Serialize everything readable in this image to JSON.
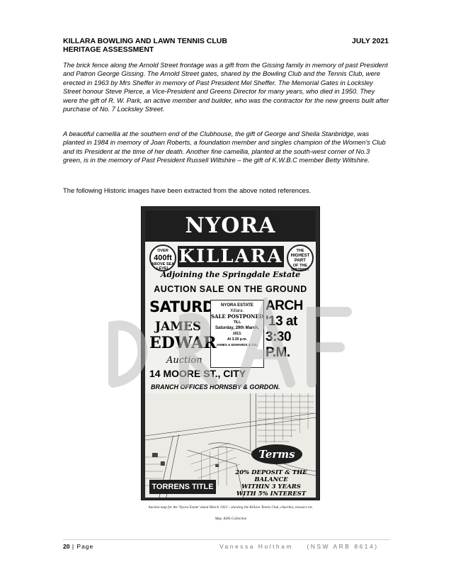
{
  "header": {
    "title_line1": "KILLARA BOWLING AND LAWN TENNIS CLUB",
    "title_line2": "HERITAGE ASSESSMENT",
    "date": "JULY 2021"
  },
  "paragraphs": {
    "p1": "The brick fence along the Arnold Street frontage was a gift from the Gissing family in memory of past President and Patron George Gissing. The Arnold Street gates, shared by the Bowling Club and the Tennis Club, were erected in 1963 by Mrs Sheffer in memory of Past President Mel Sheffer. The Memorial Gates in Locksley Street honour Steve Pierce, a Vice-President and Greens Director for many years, who died in 1950. They were the gift of R. W. Park, an active member and builder, who was the contractor for the new greens built after purchase of No. 7 Locksley Street.",
    "p2": "A beautiful camellia at the southern end of the Clubhouse, the gift of George and Sheila Stanbridge, was planted in 1984 in memory of Joan Roberts, a foundation member and singles champion of the Women's Club and its President at the time of her death. Another fine camellia, planted at the south-west corner of No.3 green, is in the memory of Past President Russell Wiltshire – the gift of K.W.B.C member Betty Wiltshire.",
    "p3": "The following Historic images have been extracted from the above noted references."
  },
  "poster": {
    "title": "NYORA ESTATE",
    "killara": "KILLARA",
    "circle_left_top": "OVER",
    "circle_left_big": "400ft",
    "circle_left_bottom": "ABOVE SEA LEVEL",
    "circle_right_top": "THE",
    "circle_right_big": "HIGHEST PART",
    "circle_right_bottom": "OF THE DISTRICT",
    "adjoining": "Adjoining the Springdale Estate",
    "auction": "AUCTION SALE ON THE GROUND",
    "saturday": "SATURD/",
    "march": "ARCH '13 at 3:30 P.M.",
    "notice_estate": "NYORA ESTATE",
    "notice_place": "Killara.",
    "notice_postponed": "SALE POSTPONED",
    "notice_till": "TILL",
    "notice_date": "Saturday, 29th March,",
    "notice_year": "1913.",
    "notice_time": "At 3.30 p.m.",
    "notice_agent": "JAMES & EDWARDS & CO.,",
    "james": "JAMES",
    "edwar": "EDWAR",
    "auctioneers": "Auction",
    "moore": "14 MOORE ST., CITY",
    "branch": "BRANCH OFFICES HORNSBY & GORDON.",
    "terms": "Terms",
    "deposit_line1": "20% DEPOSIT & THE BALANCE",
    "deposit_line2": "WITHIN 3 YEARS",
    "deposit_line3": "WITH 5% INTEREST",
    "torrens": "TORRENS TITLE"
  },
  "caption": {
    "line1": "Auction map for the 'Nyora Estate' dated March 1923 – showing the Killara Tennis Club, churches, mosaics etc.",
    "line2": "Map. KHS Collection"
  },
  "footer": {
    "page_number": "20",
    "page_label": "Page",
    "author": "Vanessa Holtham",
    "registration": "(NSW ARB 8614)"
  }
}
